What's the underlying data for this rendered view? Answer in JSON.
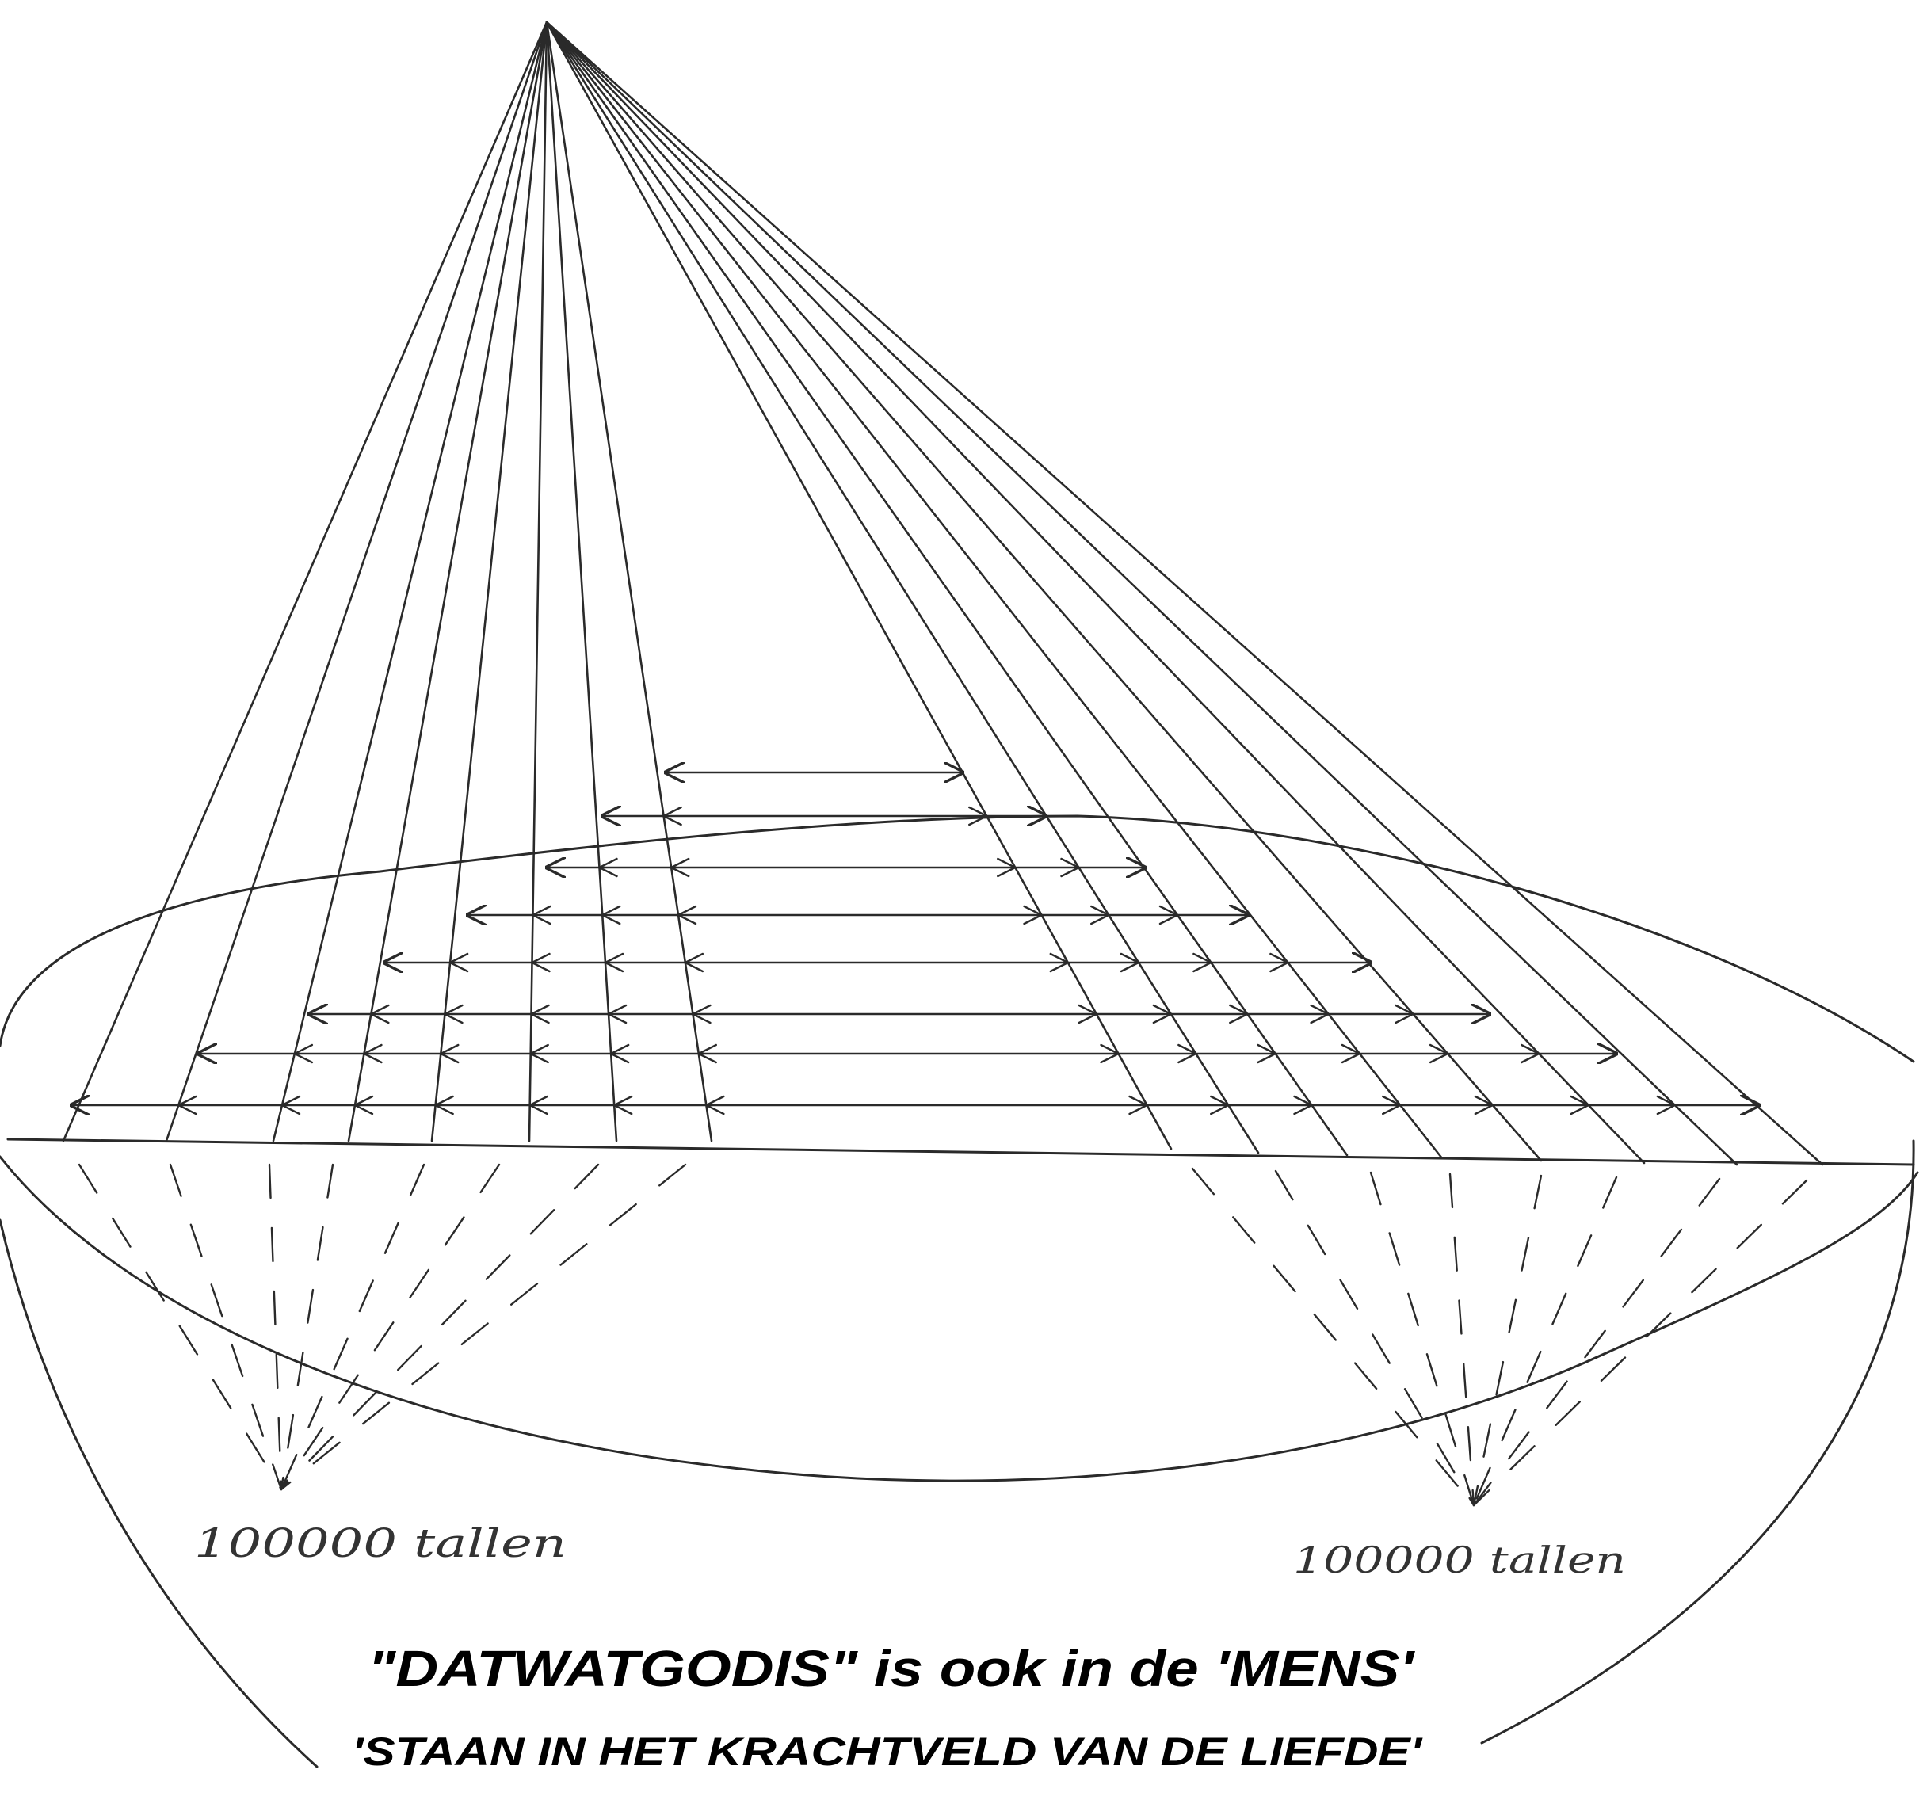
{
  "labels": {
    "left_count": "100000 tallen",
    "right_count": "100000 tallen"
  },
  "caption": {
    "line1": "\"DATWATGODIS\"  is ook in de  'MENS'",
    "line2": "'STAAN IN HET KRACHTVELD VAN DE LIEFDE'"
  },
  "colors": {
    "pencil": "#2a2a2a",
    "text": "#000000",
    "paper": "#ffffff"
  }
}
